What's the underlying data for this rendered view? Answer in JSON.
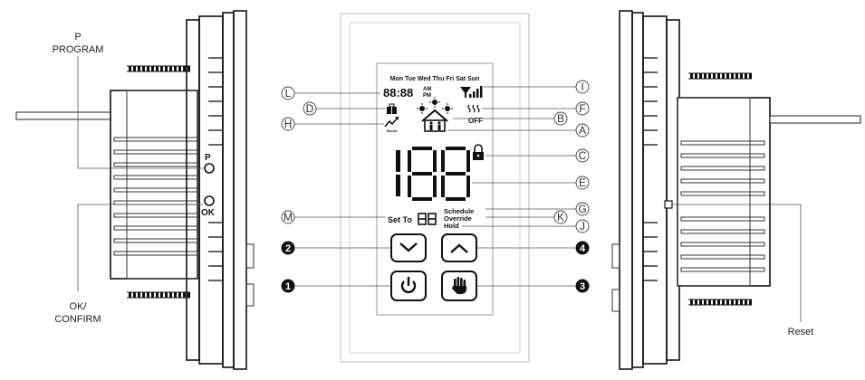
{
  "left_view": {
    "program_line1": "P",
    "program_line2": "PROGRAM",
    "p_key": "P",
    "ok_key": "OK",
    "confirm_line1": "OK/",
    "confirm_line2": "CONFIRM"
  },
  "right_view": {
    "reset_label": "Reset"
  },
  "lcd": {
    "days": "Mon Tue Wed Thu Fri Sat Sun",
    "clock": "88:88",
    "am": "AM",
    "pm": "PM",
    "off": "OFF",
    "boost": "Boost",
    "set_to": "Set To",
    "schedule": "Schedule",
    "override": "Override",
    "hold": "Hold"
  },
  "callouts": {
    "L": "L",
    "D": "D",
    "H": "H",
    "M": "M",
    "I": "I",
    "F": "F",
    "B": "B",
    "A": "A",
    "C": "C",
    "E": "E",
    "G": "G",
    "K": "K",
    "J": "J"
  },
  "buttons": {
    "n1": "1",
    "n2": "2",
    "n3": "3",
    "n4": "4"
  }
}
